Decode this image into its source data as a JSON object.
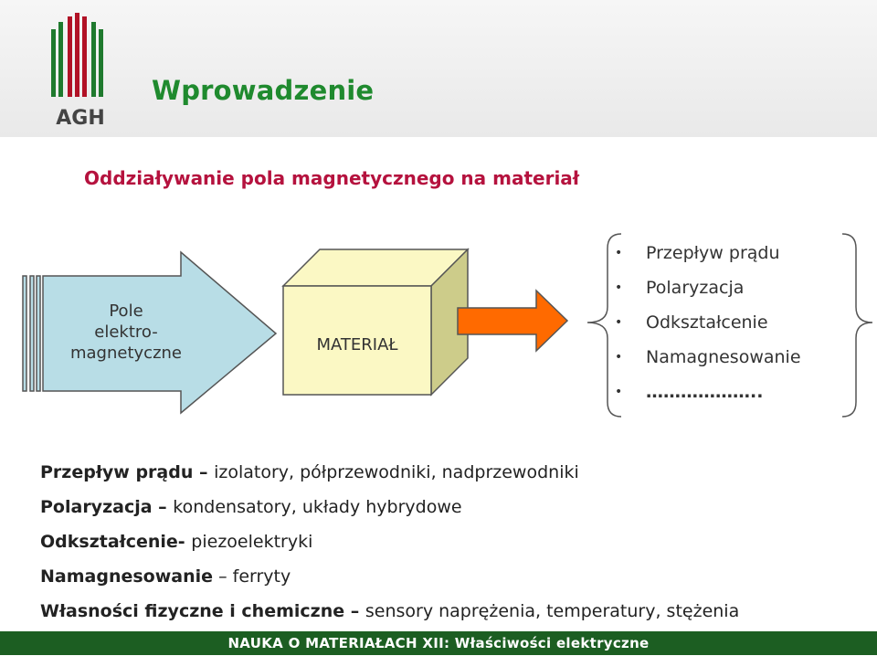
{
  "logo": {
    "text": "AGH",
    "colors": {
      "green": "#1f7a2e",
      "red": "#b11226",
      "gray": "#555555"
    }
  },
  "title": "Wprowadzenie",
  "subtitle": "Oddziaływanie pola magnetycznego na materiał",
  "diagram": {
    "input_arrow": {
      "line1": "Pole",
      "line2": "elektro-",
      "line3": "magnetyczne",
      "fill": "#b8dde6"
    },
    "material": {
      "label": "MATERIAŁ",
      "fill": "#fbf8c4",
      "side_fill": "#cdcc8a"
    },
    "output_arrow": {
      "fill": "#ff6a00"
    }
  },
  "effects": [
    "Przepływ prądu",
    "Polaryzacja",
    "Odkształcenie",
    "Namagnesowanie",
    "……………….."
  ],
  "details": [
    {
      "term": "Przepływ prądu",
      "sep": " – ",
      "desc": "izolatory, półprzewodniki, nadprzewodniki"
    },
    {
      "term": "Polaryzacja",
      "sep": " – ",
      "desc": "kondensatory, układy hybrydowe"
    },
    {
      "term": "Odkształcenie-",
      "sep": " ",
      "desc": "piezoelektryki"
    },
    {
      "term": "Namagnesowanie",
      "sep": " – ",
      "desc": "ferryty"
    },
    {
      "term": "Własności fizyczne i chemiczne",
      "sep": " – ",
      "desc": "sensory naprężenia, temperatury, stężenia"
    }
  ],
  "footer": "NAUKA O MATERIAŁACH XII: Właściwości elektryczne"
}
